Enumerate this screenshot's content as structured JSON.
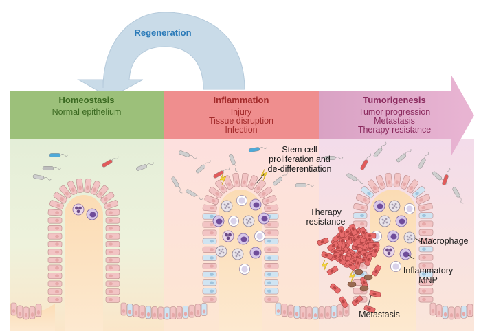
{
  "regeneration": {
    "label": "Regeneration"
  },
  "stages": [
    {
      "title": "Homeostasis",
      "lines": [
        "Normal epithelium"
      ]
    },
    {
      "title": "Inflammation",
      "lines": [
        "Injury",
        "Tissue disruption",
        "Infection"
      ]
    },
    {
      "title": "Tumorigenesis",
      "lines": [
        "Tumor progression",
        "Metastasis",
        "Therapy resistance"
      ]
    }
  ],
  "annotations": {
    "stem_cell": [
      "Stem cell",
      "proliferation and",
      "de-differentiation"
    ],
    "therapy": [
      "Therapy",
      "resistance"
    ],
    "macrophage": "Macrophage",
    "mnp": [
      "Inflammatory",
      "MNP"
    ],
    "metastasis": "Metastasis"
  },
  "colors": {
    "homeostasis_band": "#9cc07a",
    "inflammation_band": "#ef8e8e",
    "tumorigenesis_band": "#d9a2c4",
    "homeostasis_title": "#3c6a22",
    "inflammation_title": "#a32b2b",
    "tumorigenesis_title": "#8a2a5e",
    "regeneration_arrow": "#c9dbe8",
    "regeneration_text": "#2a7ab8",
    "epithelial_cell": "#f2c4c4",
    "stem_cell": "#cfe4f2",
    "tumor_cell": "#e76b6b"
  }
}
